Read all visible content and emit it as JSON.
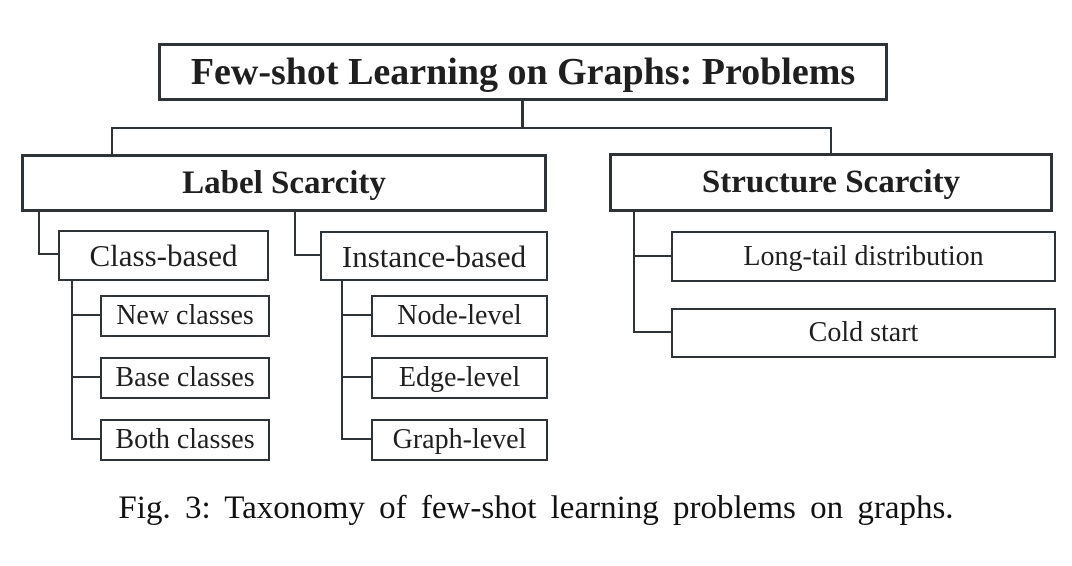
{
  "figure": {
    "root": {
      "label": "Few-shot Learning on Graphs: Problems"
    },
    "branches": [
      {
        "label": "Label Scarcity",
        "groups": [
          {
            "label": "Class-based",
            "children": [
              {
                "label": "New classes"
              },
              {
                "label": "Base classes"
              },
              {
                "label": "Both classes"
              }
            ]
          },
          {
            "label": "Instance-based",
            "children": [
              {
                "label": "Node-level"
              },
              {
                "label": "Edge-level"
              },
              {
                "label": "Graph-level"
              }
            ]
          }
        ]
      },
      {
        "label": "Structure Scarcity",
        "children": [
          {
            "label": "Long-tail distribution"
          },
          {
            "label": "Cold start"
          }
        ]
      }
    ],
    "caption": "Fig. 3: Taxonomy of few-shot learning problems on graphs."
  },
  "colors": {
    "line": "#2e3338",
    "text": "#1f1f1f",
    "background": "#ffffff"
  }
}
